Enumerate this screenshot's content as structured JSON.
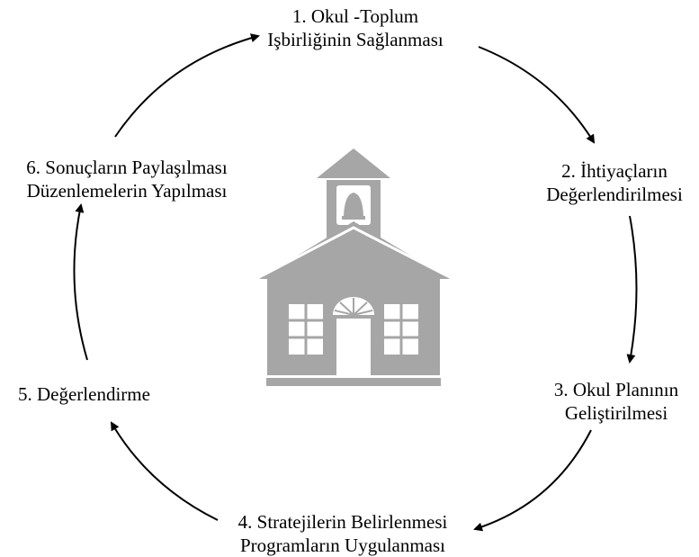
{
  "colors": {
    "arrow": "#000000",
    "building": "#a6a6a6",
    "window": "#ffffff",
    "background": "#ffffff"
  },
  "steps": [
    {
      "line1": "1. Okul -Toplum",
      "line2": "Işbirliğinin Sağlanması"
    },
    {
      "line1": "2. İhtiyaçların",
      "line2": "Değerlendirilmesi"
    },
    {
      "line1": "3. Okul Planının",
      "line2": "Geliştirilmesi"
    },
    {
      "line1": "4. Stratejilerin Belirlenmesi",
      "line2": "Programların Uygulanması"
    },
    {
      "line1": "5. Değerlendirme"
    },
    {
      "line1": "6. Sonuçların Paylaşılması",
      "line2": "Düzenlemelerin Yapılması"
    }
  ],
  "center_icon": "schoolhouse-icon"
}
